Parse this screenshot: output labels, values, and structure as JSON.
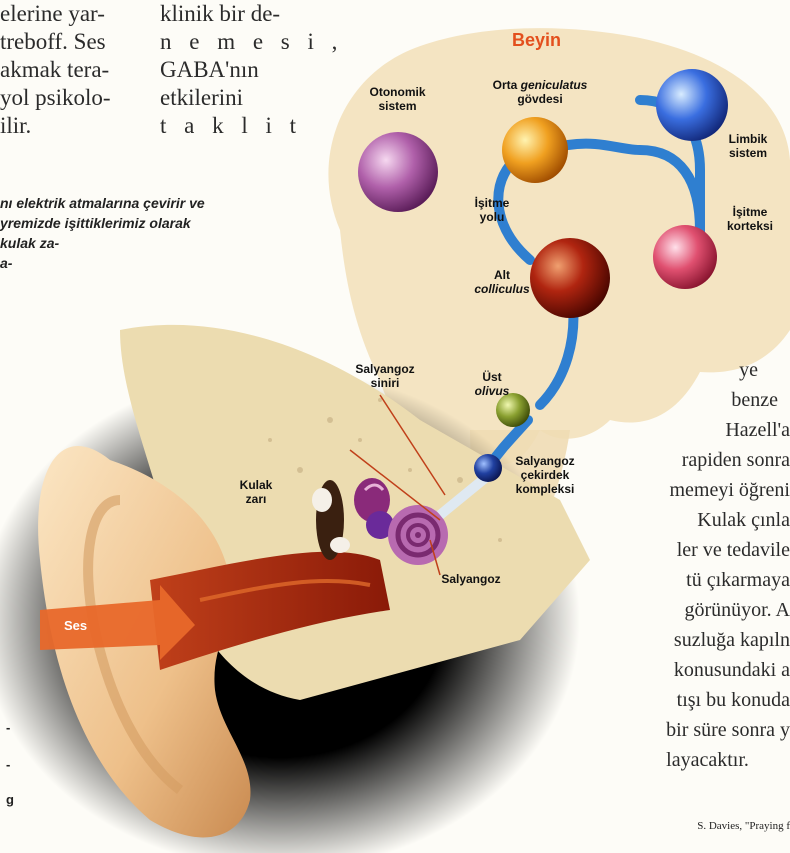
{
  "left_text": {
    "col1_lines": [
      "elerine yar-",
      "treboff. Ses",
      "akmak tera-",
      "yol psikolo-",
      "ilir."
    ],
    "col2_lines": [
      "klinik bir de-",
      "n e m e s i ,",
      "GABA'nın",
      "etkilerini",
      "t a k l i t"
    ]
  },
  "caption_lines": [
    "nı elektrik atmalarına çevirir ve",
    "yremizde işittiklerimiz olarak",
    "kulak za-",
    "a-"
  ],
  "right_text_lines": [
    "ye",
    "benze",
    "Hazell'a",
    "rapiden sonra",
    "memeyi öğreni",
    "Kulak çınla",
    "ler ve tedavile",
    "tü çıkarmaya",
    "görünüyor. A",
    "suzluğa kapıln",
    "konusundaki a",
    "tışı bu konuda",
    "bir süre sonra y",
    "layacaktır."
  ],
  "credit": "S. Davies, \"Praying f",
  "diagram": {
    "title": "Beyin",
    "labels": {
      "otonomik": [
        "Otonomik",
        "sistem"
      ],
      "orta_prefix": "Orta",
      "orta_italic": "geniculatus",
      "orta_line2": "gövdesi",
      "limbik": [
        "Limbik",
        "sistem"
      ],
      "isitme_yolu": [
        "İşitme",
        "yolu"
      ],
      "isitme_korteksi": [
        "İşitme",
        "korteksi"
      ],
      "alt": "Alt",
      "alt_italic": "colliculus",
      "salyangoz_siniri": [
        "Salyangoz",
        "siniri"
      ],
      "ust": "Üst",
      "ust_italic": "olivus",
      "cekirdek": [
        "Salyangoz",
        "çekirdek",
        "kompleksi"
      ],
      "kulak_zari": [
        "Kulak",
        "zarı"
      ],
      "salyangoz": "Salyangoz",
      "ses": "Ses"
    },
    "colors": {
      "title_red": "#e34f1d",
      "pathway_blue": "#2f7fd0",
      "brain_fill": "#f3e3bf",
      "purple_sphere": "#a0509a",
      "orange_sphere": "#f0a020",
      "blue_sphere": "#3a6ee0",
      "pink_sphere": "#e05070",
      "darkred_sphere": "#a82010",
      "green_sphere": "#8aa030",
      "small_blue_sphere": "#2040a0"
    }
  },
  "margin_marks": [
    "-",
    "-",
    "g"
  ]
}
